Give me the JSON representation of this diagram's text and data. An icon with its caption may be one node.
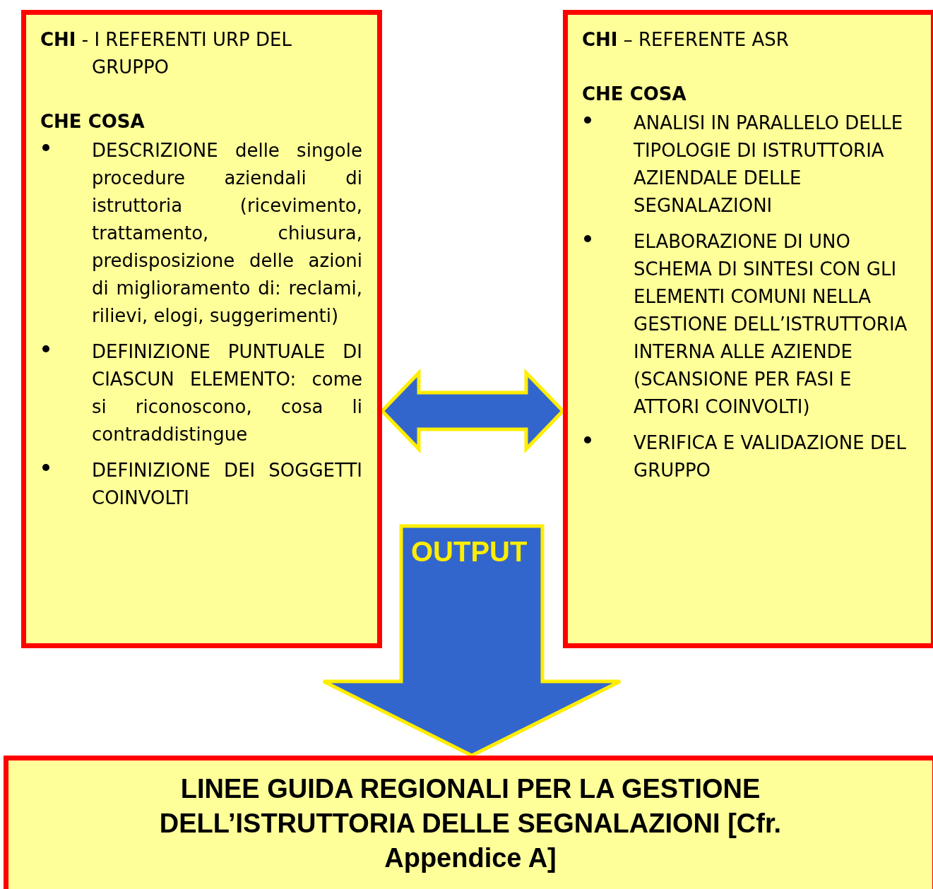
{
  "diagram": {
    "nodes": [
      {
        "text": [
          "**CHI** - I REFERENTI URP DEL GRUPPO",
          "CHE COSA",
          "DESCRIZIONE delle singole procedure aziendali di istruttoria (ricevimento, trattamento, chiusura, predisposizione delle azioni di miglioramento di: reclami, rilievi, elogi, suggerimenti)",
          "DEFINIZIONE PUNTUALE DI CIASCUN ELEMENTO: come si riconoscono, cosa li contraddistingue",
          "DEFINIZIONE DEI SOGGETTI COINVOLTI"
        ]
      },
      {
        "text": [
          "**CHI** – REFERENTE ASR",
          "CHE COSA",
          "ANALISI IN PARALLELO DELLE TIPOLOGIE DI ISTRUTTORIA AZIENDALE DELLE SEGNALAZIONI",
          "ELABORAZIONE DI UNO SCHEMA DI SINTESI CON GLI ELEMENTI COMUNI NELLA GESTIONE DELL’ISTRUTTORIA INTERNA ALLE AZIENDE (SCANSIONE PER FASI E ATTORI COINVOLTI)",
          "VERIFICA E VALIDAZIONE DEL GRUPPO"
        ]
      },
      {
        "text": [
          "LINEE GUIDA REGIONALI PER LA GESTIONE DELL’ISTRUTTORIA DELLE SEGNALAZIONI [Cfr. Appendice A]"
        ]
      }
    ],
    "edges": [
      {
        "from": 0,
        "to": 1,
        "arrow": "both",
        "style": "thick"
      },
      {
        "from": null,
        "to": 2,
        "arrow": "to",
        "style": "thick",
        "label": "OUTPUT"
      }
    ]
  }
}
